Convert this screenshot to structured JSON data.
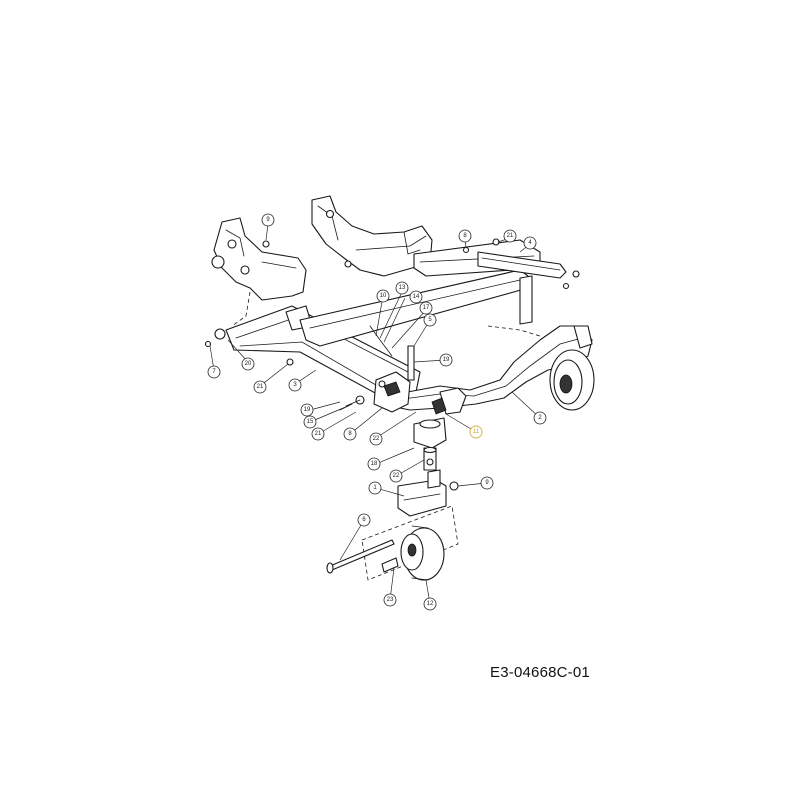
{
  "drawing_code": "E3-04668C-01",
  "callouts": [
    {
      "id": "c-9a",
      "label": "9",
      "highlight": false
    },
    {
      "id": "c-10",
      "label": "10",
      "highlight": false
    },
    {
      "id": "c-13",
      "label": "13",
      "highlight": false
    },
    {
      "id": "c-14",
      "label": "14",
      "highlight": false
    },
    {
      "id": "c-17",
      "label": "17",
      "highlight": false
    },
    {
      "id": "c-5",
      "label": "5",
      "highlight": false
    },
    {
      "id": "c-8a",
      "label": "8",
      "highlight": false
    },
    {
      "id": "c-21a",
      "label": "21",
      "highlight": false
    },
    {
      "id": "c-4",
      "label": "4",
      "highlight": false
    },
    {
      "id": "c-19a",
      "label": "19",
      "highlight": false
    },
    {
      "id": "c-7",
      "label": "7",
      "highlight": false
    },
    {
      "id": "c-20",
      "label": "20",
      "highlight": false
    },
    {
      "id": "c-21b",
      "label": "21",
      "highlight": false
    },
    {
      "id": "c-3",
      "label": "3",
      "highlight": false
    },
    {
      "id": "c-19b",
      "label": "19",
      "highlight": false
    },
    {
      "id": "c-18a",
      "label": "18",
      "highlight": false
    },
    {
      "id": "c-15",
      "label": "15",
      "highlight": false
    },
    {
      "id": "c-21c",
      "label": "21",
      "highlight": false
    },
    {
      "id": "c-8b",
      "label": "8",
      "highlight": false
    },
    {
      "id": "c-22a",
      "label": "22",
      "highlight": false
    },
    {
      "id": "c-11",
      "label": "11",
      "highlight": true
    },
    {
      "id": "c-2",
      "label": "2",
      "highlight": false
    },
    {
      "id": "c-18b",
      "label": "18",
      "highlight": false
    },
    {
      "id": "c-22b",
      "label": "22",
      "highlight": false
    },
    {
      "id": "c-1",
      "label": "1",
      "highlight": false
    },
    {
      "id": "c-9b",
      "label": "9",
      "highlight": false
    },
    {
      "id": "c-6",
      "label": "6",
      "highlight": false
    },
    {
      "id": "c-23",
      "label": "23",
      "highlight": false
    },
    {
      "id": "c-12",
      "label": "12",
      "highlight": false
    }
  ]
}
